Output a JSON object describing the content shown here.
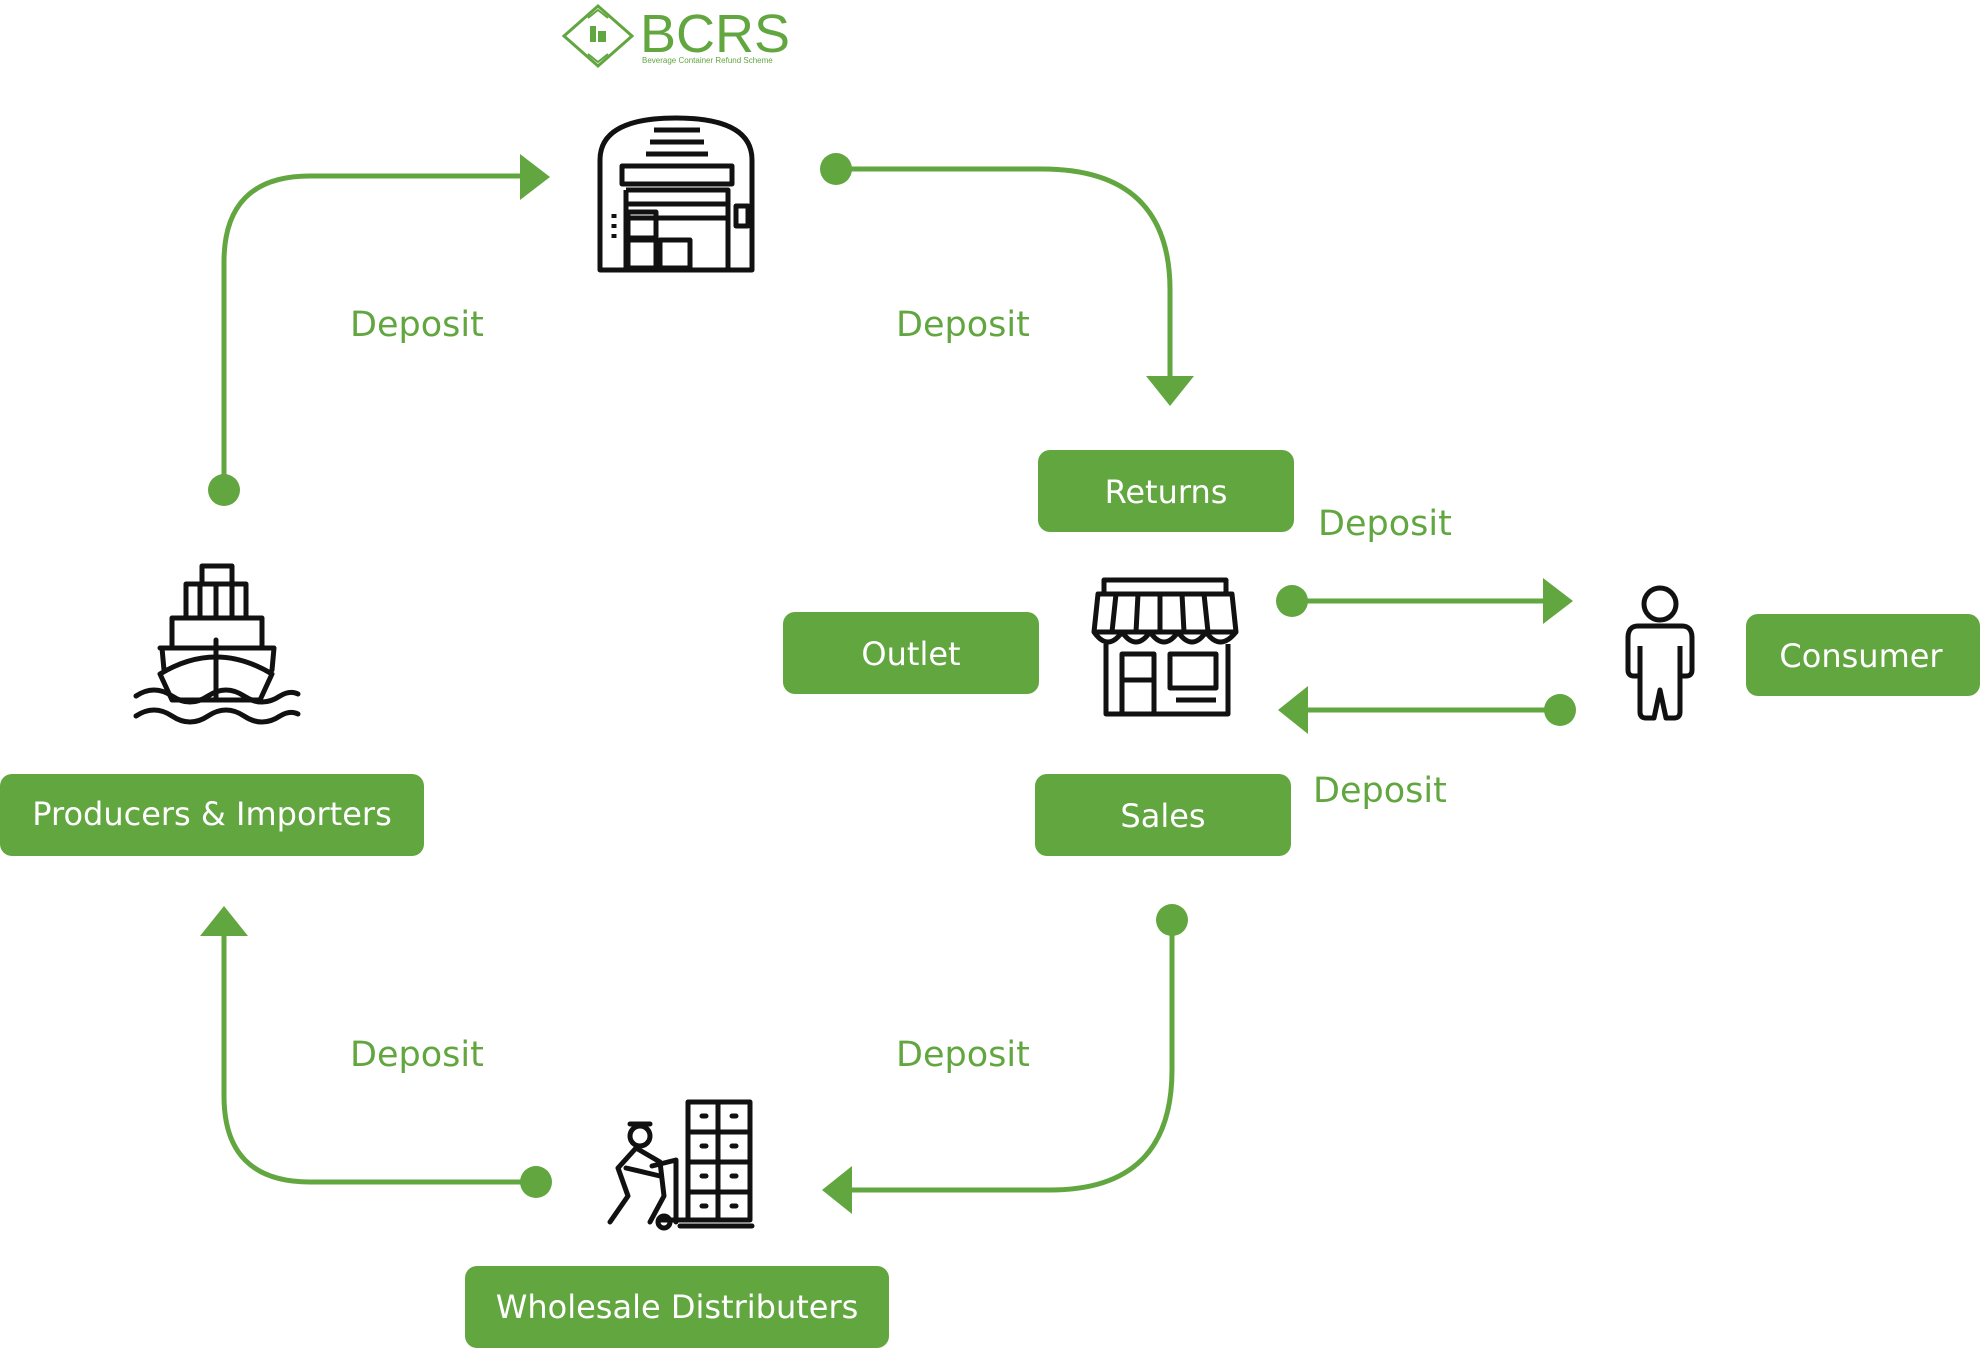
{
  "logo": {
    "name": "BCRS",
    "tagline": "Beverage Container Refund Scheme"
  },
  "nodes": {
    "producers": {
      "label": "Producers & Importers",
      "icon": "cargo-ship-icon"
    },
    "warehouse": {
      "icon": "warehouse-icon"
    },
    "wholesale": {
      "label": "Wholesale Distributers",
      "icon": "pallet-worker-icon"
    },
    "store": {
      "icon": "storefront-icon"
    },
    "consumer": {
      "label": "Consumer",
      "icon": "person-icon"
    },
    "outlet": {
      "label": "Outlet"
    },
    "returns": {
      "label": "Returns"
    },
    "sales": {
      "label": "Sales"
    }
  },
  "edges": [
    {
      "from": "producers",
      "to": "warehouse",
      "label": "Deposit"
    },
    {
      "from": "warehouse",
      "to": "store",
      "label": "Deposit"
    },
    {
      "from": "store",
      "to": "consumer",
      "label": "Deposit"
    },
    {
      "from": "consumer",
      "to": "store",
      "label": "Deposit"
    },
    {
      "from": "store",
      "to": "wholesale",
      "label": "Deposit"
    },
    {
      "from": "wholesale",
      "to": "producers",
      "label": "Deposit"
    }
  ],
  "colors": {
    "accent": "#62a640",
    "icon": "#111111",
    "text_on_accent": "#ffffff"
  }
}
